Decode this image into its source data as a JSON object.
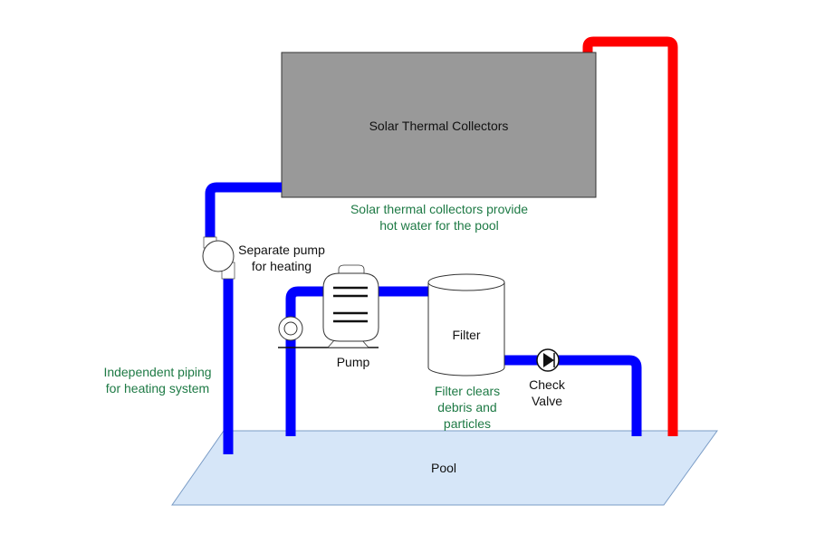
{
  "diagram": {
    "title": "Solar Pool Heating System",
    "colors": {
      "hot_pipe": "#ff0000",
      "cold_pipe": "#0000ff",
      "collector_fill": "#999999",
      "pool_fill": "#d6e6f8",
      "pool_stroke": "#7a9cc6",
      "annotation_text": "#1e7a45"
    },
    "components": {
      "collectors": "Solar Thermal Collectors",
      "heating_pump": [
        "Separate pump",
        "for heating"
      ],
      "pump": "Pump",
      "filter": "Filter",
      "check_valve": [
        "Check",
        "Valve"
      ],
      "pool": "Pool"
    },
    "annotations": {
      "collectors_note": [
        "Solar thermal collectors provide",
        "hot water for the pool"
      ],
      "piping_note": [
        "Independent piping",
        "for heating system"
      ],
      "filter_note": [
        "Filter clears",
        "debris and",
        "particles"
      ]
    },
    "connections": [
      {
        "from": "pool",
        "to": "heating_pump",
        "type": "cold"
      },
      {
        "from": "heating_pump",
        "to": "collectors",
        "type": "cold"
      },
      {
        "from": "collectors",
        "to": "pool",
        "type": "hot"
      },
      {
        "from": "pool",
        "to": "pump",
        "type": "cold"
      },
      {
        "from": "pump",
        "to": "filter",
        "type": "cold"
      },
      {
        "from": "filter",
        "to": "check_valve",
        "type": "cold"
      },
      {
        "from": "check_valve",
        "to": "pool",
        "type": "cold"
      }
    ]
  }
}
